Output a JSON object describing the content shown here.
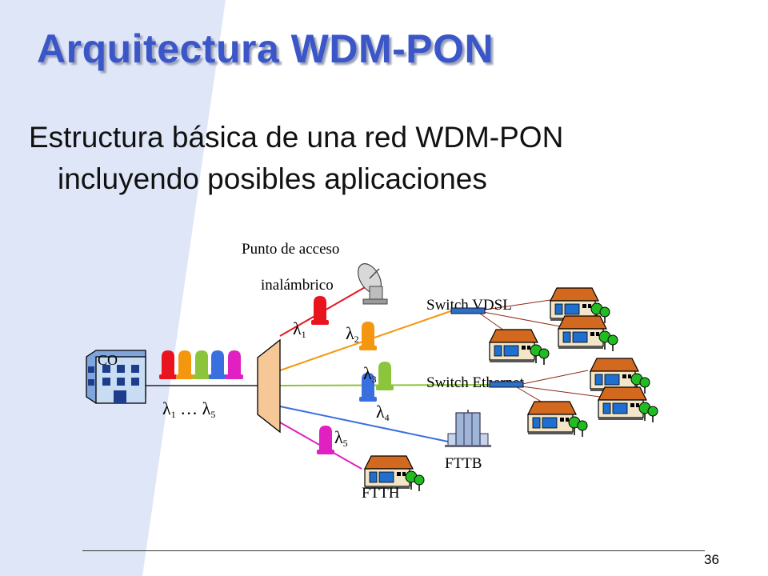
{
  "slide": {
    "title": "Arquitectura WDM-PON",
    "subtitle_line1": "Estructura básica de una red WDM-PON",
    "subtitle_line2": "incluyendo posibles aplicaciones",
    "page_number": "36"
  },
  "diagram": {
    "co_label": "CO",
    "lambda_range_label": "λ1 … λ5",
    "lambda_symbol": "λ",
    "range_ellipsis": "…",
    "wavelengths": [
      {
        "sub": "1",
        "color": "#e8141e"
      },
      {
        "sub": "2",
        "color": "#f4960e"
      },
      {
        "sub": "3",
        "color": "#8cc43c"
      },
      {
        "sub": "4",
        "color": "#3a6fe0"
      },
      {
        "sub": "5",
        "color": "#e020c0"
      }
    ],
    "wireless_label_line1": "Punto de acceso",
    "wireless_label_line2": "inalámbrico",
    "switch_vdsl_label": "Switch VDSL",
    "switch_ethernet_label": "Switch Ethernet",
    "fttb_label": "FTTB",
    "ftth_label": "FTTH"
  },
  "colors": {
    "title": "#3a56c8",
    "background_band": "#dfe6f7",
    "mux": "#f6c898",
    "house_roof": "#d2691e",
    "house_window": "#1e6fd0",
    "tree": "#22bb22",
    "building": "#9fb6d8"
  },
  "icons": [
    "building-icon",
    "laser-icon",
    "antenna-icon",
    "house-icon",
    "tree-icon",
    "switch-icon",
    "office-building-icon",
    "multiplexer-icon"
  ]
}
